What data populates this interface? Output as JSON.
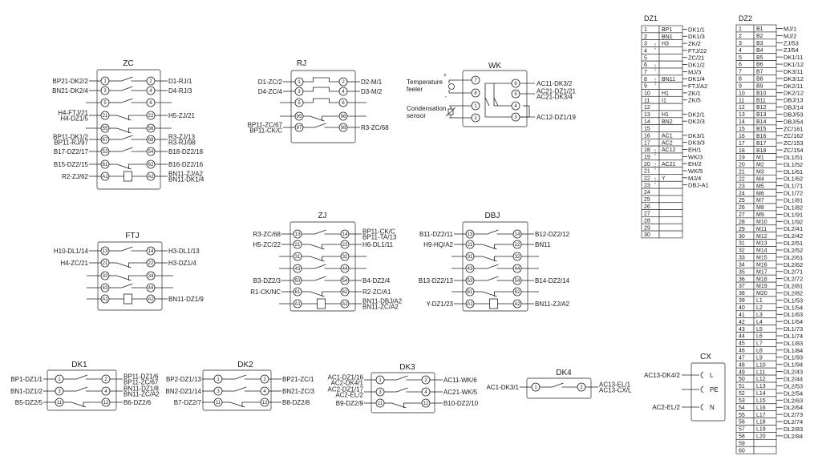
{
  "components": [
    {
      "id": "ZC",
      "rows": [
        {
          "l": "1",
          "r": "2",
          "type": "NO",
          "ll": [
            "BP21-DK2/2"
          ],
          "rl": [
            "D1-RJ/1"
          ]
        },
        {
          "l": "3",
          "r": "4",
          "type": "NO",
          "ll": [
            "BN21-DK2/4"
          ],
          "rl": [
            "D4-RJ/3"
          ]
        },
        {
          "l": "5",
          "r": "6",
          "type": "NO",
          "ll": [],
          "rl": []
        },
        {
          "l": "21",
          "r": "22",
          "type": "NC",
          "ll": [
            "H4-FTJ/21",
            "H4-DZ1/5"
          ],
          "rl": [
            "H5-ZJ/21"
          ]
        },
        {
          "l": "55",
          "r": "56",
          "type": "NC",
          "ll": [],
          "rl": []
        },
        {
          "l": "67",
          "r": "68",
          "type": "NO",
          "ll": [
            "BP11-DK1/2",
            "BP11-RJ/97"
          ],
          "rl": [
            "R3-ZJ/13",
            "R3-RJ/98"
          ]
        },
        {
          "l": "53",
          "r": "54",
          "type": "NO",
          "ll": [
            "B17-DZ2/17"
          ],
          "rl": [
            "B18-DZ2/18"
          ]
        },
        {
          "l": "61",
          "r": "62",
          "type": "NC",
          "ll": [
            "B15-DZ2/15"
          ],
          "rl": [
            "B16-DZ2/16"
          ]
        },
        {
          "l": "A1",
          "r": "A2",
          "type": "coil",
          "ll": [
            "R2-ZJ/62"
          ],
          "rl": [
            "BN11-ZJ/A2",
            "BN11-DK1/4"
          ]
        }
      ]
    },
    {
      "id": "RJ",
      "rows": [
        {
          "l": "1",
          "r": "2",
          "type": "thermal",
          "ll": [
            "D1-ZC/2"
          ],
          "rl": [
            "D2-M/1"
          ]
        },
        {
          "l": "3",
          "r": "4",
          "type": "thermal",
          "ll": [
            "D4-ZC/4"
          ],
          "rl": [
            "D3-M/2"
          ]
        },
        {
          "l": "5",
          "r": "6",
          "type": "thermal",
          "ll": [],
          "rl": []
        },
        {
          "l": "95",
          "r": "96",
          "type": "NC",
          "ll": [],
          "rl": []
        },
        {
          "l": "97",
          "r": "98",
          "type": "NO",
          "ll": [
            "BP11-ZC/67",
            "BP11-CK/C"
          ],
          "rl": [
            "R3-ZC/68"
          ]
        }
      ]
    },
    {
      "id": "FTJ",
      "rows": [
        {
          "l": "13",
          "r": "14",
          "type": "NO",
          "ll": [
            "H10-DL1/14"
          ],
          "rl": [
            "H3-DL1/13"
          ]
        },
        {
          "l": "21",
          "r": "22",
          "type": "NC",
          "ll": [
            "H4-ZC/21"
          ],
          "rl": [
            "H3-DZ1/4"
          ]
        },
        {
          "l": "33",
          "r": "34",
          "type": "NC",
          "ll": [],
          "rl": []
        },
        {
          "l": "43",
          "r": "44",
          "type": "NO",
          "ll": [],
          "rl": []
        },
        {
          "l": "A1",
          "r": "A2",
          "type": "coil",
          "ll": [],
          "rl": [
            "BN11-DZ1/9"
          ]
        }
      ]
    },
    {
      "id": "ZJ",
      "rows": [
        {
          "l": "13",
          "r": "14",
          "type": "NO",
          "ll": [
            "R3-ZC/68"
          ],
          "rl": [
            "BP11-CK/C",
            "BP11-TA/13"
          ]
        },
        {
          "l": "21",
          "r": "22",
          "type": "NC",
          "ll": [
            "H5-ZC/22"
          ],
          "rl": [
            "H6-DL1/11"
          ]
        },
        {
          "l": "31",
          "r": "32",
          "type": "NC",
          "ll": [],
          "rl": []
        },
        {
          "l": "43",
          "r": "44",
          "type": "NO",
          "ll": [],
          "rl": []
        },
        {
          "l": "53",
          "r": "54",
          "type": "NO",
          "ll": [
            "B3-DZ2/3"
          ],
          "rl": [
            "B4-DZ2/4"
          ]
        },
        {
          "l": "61",
          "r": "62",
          "type": "NC",
          "ll": [
            "R1-CK/NC"
          ],
          "rl": [
            "R2-ZC/A1"
          ]
        },
        {
          "l": "A1",
          "r": "A2",
          "type": "coil",
          "ll": [],
          "rl": [
            "BN11-DBJ/A2",
            "BN11-ZC/A2"
          ]
        }
      ]
    },
    {
      "id": "DBJ",
      "rows": [
        {
          "l": "13",
          "r": "14",
          "type": "NO",
          "ll": [
            "B11-DZ2/11"
          ],
          "rl": [
            "B12-DZ2/12"
          ]
        },
        {
          "l": "21",
          "r": "22",
          "type": "NC",
          "ll": [
            "H9-HQ/A2"
          ],
          "rl": [
            "BN11"
          ]
        },
        {
          "l": "31",
          "r": "32",
          "type": "NC",
          "ll": [],
          "rl": []
        },
        {
          "l": "43",
          "r": "44",
          "type": "NO",
          "ll": [],
          "rl": []
        },
        {
          "l": "53",
          "r": "54",
          "type": "NO",
          "ll": [
            "B13-DZ2/13"
          ],
          "rl": [
            "B14-DZ2/14"
          ]
        },
        {
          "l": "61",
          "r": "62",
          "type": "NC",
          "ll": [],
          "rl": []
        },
        {
          "l": "A1",
          "r": "A2",
          "type": "coil",
          "ll": [
            "Y-DZ1/23"
          ],
          "rl": [
            "BN11-ZJ/A2"
          ]
        }
      ]
    },
    {
      "id": "DK1",
      "rows": [
        {
          "l": "1",
          "r": "2",
          "type": "NO",
          "ll": [
            "BP1-DZ1/1"
          ],
          "rl": [
            "BP11-DZ1/6",
            "BP11-ZC/67"
          ]
        },
        {
          "l": "3",
          "r": "4",
          "type": "NO",
          "ll": [
            "BN1-DZ1/2"
          ],
          "rl": [
            "BN11-DZ1/8",
            "BN11-ZC/A2"
          ]
        },
        {
          "l": "11",
          "r": "12",
          "type": "NC",
          "ll": [
            "B5-DZ2/5"
          ],
          "rl": [
            "B6-DZ2/6"
          ]
        }
      ]
    },
    {
      "id": "DK2",
      "rows": [
        {
          "l": "1",
          "r": "2",
          "type": "NO",
          "ll": [
            "BP2-DZ1/13"
          ],
          "rl": [
            "BP21-ZC/1"
          ]
        },
        {
          "l": "3",
          "r": "4",
          "type": "NO",
          "ll": [
            "BN2-DZ1/14"
          ],
          "rl": [
            "BN21-ZC/3"
          ]
        },
        {
          "l": "11",
          "r": "12",
          "type": "NC",
          "ll": [
            "B7-DZ2/7"
          ],
          "rl": [
            "B8-DZ2/8"
          ]
        }
      ]
    },
    {
      "id": "DK3",
      "rows": [
        {
          "l": "1",
          "r": "2",
          "type": "NO",
          "ll": [
            "AC1-DZ1/16",
            "AC2-DK4/1"
          ],
          "rl": [
            "AC11-WK/6"
          ]
        },
        {
          "l": "3",
          "r": "4",
          "type": "NO",
          "ll": [
            "AC2-DZ1/17",
            "AC2-EL/2"
          ],
          "rl": [
            "AC21-WK/5"
          ]
        },
        {
          "l": "11",
          "r": "12",
          "type": "NC",
          "ll": [
            "B9-DZ2/9"
          ],
          "rl": [
            "B10-DZ2/10"
          ]
        }
      ]
    },
    {
      "id": "DK4",
      "rows": [
        {
          "l": "1",
          "r": "2",
          "type": "NO",
          "ll": [
            "AC1-DK3/1"
          ],
          "rl": [
            "AC13-EL/1",
            "AC13-CX/L"
          ]
        }
      ]
    }
  ],
  "wk": {
    "id": "WK",
    "temperature_feeler": [
      "Temperature",
      "feeler"
    ],
    "condensation_sensor": [
      "Condensation",
      "sensor"
    ],
    "plus": "+",
    "minus": "-",
    "left_terminals": [
      "7",
      "8",
      "1",
      "2"
    ],
    "right_terminals": [
      {
        "n": "6",
        "labels": [
          "AC11-DK3/2"
        ]
      },
      {
        "n": "5",
        "labels": [
          "AC21-DZ1/21",
          "AC21-DK3/4"
        ]
      },
      {
        "n": "4",
        "labels": []
      },
      {
        "n": "3",
        "labels": [
          "AC12-DZ1/19"
        ]
      }
    ]
  },
  "cx": {
    "id": "CX",
    "rows": [
      {
        "pin": "L",
        "label": "AC13-DK4/2"
      },
      {
        "pin": "PE",
        "label": ""
      },
      {
        "pin": "N",
        "label": "AC2-EL/2"
      }
    ]
  },
  "dz1": {
    "title": "DZ1",
    "jumpers": [
      [
        3,
        4
      ],
      [
        6,
        7
      ],
      [
        8,
        9
      ],
      [
        18,
        19
      ],
      [
        20,
        21
      ],
      [
        22,
        23
      ]
    ],
    "rows": [
      [
        "1",
        "BP1",
        "DK1/1"
      ],
      [
        "2",
        "BN1",
        "DK1/3"
      ],
      [
        "3",
        "H3",
        "ZK/2"
      ],
      [
        "4",
        "",
        "FTJ/22"
      ],
      [
        "5",
        "",
        "ZC/21"
      ],
      [
        "6",
        "",
        "DK1/2"
      ],
      [
        "7",
        "",
        "MJ/3"
      ],
      [
        "8",
        "BN11",
        "DK1/4"
      ],
      [
        "9",
        "",
        "FTJ/A2"
      ],
      [
        "10",
        "H1",
        "ZK/1"
      ],
      [
        "11",
        "I1",
        "ZK/5"
      ],
      [
        "12",
        "",
        ""
      ],
      [
        "13",
        "H1",
        "DK2/1"
      ],
      [
        "14",
        "BN2",
        "DK2/3"
      ],
      [
        "15",
        "",
        ""
      ],
      [
        "16",
        "AC1",
        "DK3/1"
      ],
      [
        "17",
        "AC2",
        "DK3/3"
      ],
      [
        "18",
        "AC12",
        "EH/1"
      ],
      [
        "19",
        "",
        "WK/3"
      ],
      [
        "20",
        "AC21",
        "EH/2"
      ],
      [
        "21",
        "",
        "WK/5"
      ],
      [
        "22",
        "Y",
        "MJ/4"
      ],
      [
        "23",
        "",
        "DBJ-A1"
      ],
      [
        "24",
        "",
        ""
      ],
      [
        "25",
        "",
        ""
      ],
      [
        "26",
        "",
        ""
      ],
      [
        "27",
        "",
        ""
      ],
      [
        "28",
        "",
        ""
      ],
      [
        "29",
        "",
        ""
      ],
      [
        "30",
        "",
        ""
      ]
    ]
  },
  "dz2": {
    "title": "DZ2",
    "rows": [
      [
        "1",
        "B1",
        "MJ/1"
      ],
      [
        "2",
        "B2",
        "MJ/2"
      ],
      [
        "3",
        "B3",
        "ZJ/53"
      ],
      [
        "4",
        "B4",
        "ZJ/54"
      ],
      [
        "5",
        "B5",
        "DK1/11"
      ],
      [
        "6",
        "B6",
        "DK1/12"
      ],
      [
        "7",
        "B7",
        "DK3/11"
      ],
      [
        "8",
        "B8",
        "DK3/12"
      ],
      [
        "9",
        "B9",
        "DK2/11"
      ],
      [
        "10",
        "B10",
        "DK2/12"
      ],
      [
        "11",
        "B11",
        "DBJ/13"
      ],
      [
        "12",
        "B12",
        "DBJ/14"
      ],
      [
        "13",
        "B13",
        "DBJ/53"
      ],
      [
        "14",
        "B14",
        "DBJ/54"
      ],
      [
        "15",
        "B15",
        "ZC/161"
      ],
      [
        "16",
        "B16",
        "ZC/162"
      ],
      [
        "17",
        "B17",
        "ZC/153"
      ],
      [
        "18",
        "B18",
        "ZC/154"
      ],
      [
        "19",
        "M1",
        "DL1/51"
      ],
      [
        "20",
        "M2",
        "DL1/52"
      ],
      [
        "21",
        "M3",
        "DL1/61"
      ],
      [
        "22",
        "M4",
        "DL1/62"
      ],
      [
        "23",
        "M5",
        "DL1/71"
      ],
      [
        "24",
        "M6",
        "DL1/72"
      ],
      [
        "25",
        "M7",
        "DL1/81"
      ],
      [
        "26",
        "M8",
        "DL1/82"
      ],
      [
        "27",
        "M9",
        "DL1/91"
      ],
      [
        "28",
        "M10",
        "DL1/92"
      ],
      [
        "29",
        "M11",
        "DL2/41"
      ],
      [
        "30",
        "M12",
        "DL2/42"
      ],
      [
        "31",
        "M13",
        "DL2/51"
      ],
      [
        "32",
        "M14",
        "DL2/52"
      ],
      [
        "33",
        "M15",
        "DL2/61"
      ],
      [
        "34",
        "M16",
        "DL2/62"
      ],
      [
        "35",
        "M17",
        "DL2/71"
      ],
      [
        "36",
        "M18",
        "DL2/72"
      ],
      [
        "37",
        "M19",
        "DL2/81"
      ],
      [
        "38",
        "M20",
        "DL2/82"
      ],
      [
        "39",
        "L1",
        "DL1/53"
      ],
      [
        "40",
        "L2",
        "DL1/54"
      ],
      [
        "41",
        "L3",
        "DL1/63"
      ],
      [
        "42",
        "L4",
        "DL1/64"
      ],
      [
        "43",
        "L5",
        "DL1/73"
      ],
      [
        "44",
        "L6",
        "DL1/74"
      ],
      [
        "45",
        "L7",
        "DL1/83"
      ],
      [
        "46",
        "L8",
        "DL1/84"
      ],
      [
        "47",
        "L9",
        "DL1/93"
      ],
      [
        "48",
        "L10",
        "DL1/94"
      ],
      [
        "49",
        "L11",
        "DL2/43"
      ],
      [
        "50",
        "L12",
        "DL2/44"
      ],
      [
        "51",
        "L13",
        "DL2/53"
      ],
      [
        "52",
        "L14",
        "DL2/54"
      ],
      [
        "53",
        "L15",
        "DL2/63"
      ],
      [
        "54",
        "L16",
        "DL2/64"
      ],
      [
        "55",
        "L17",
        "DL2/73"
      ],
      [
        "56",
        "L18",
        "DL2/74"
      ],
      [
        "57",
        "L19",
        "DL2/83"
      ],
      [
        "58",
        "L20",
        "DL2/84"
      ],
      [
        "59",
        "",
        ""
      ],
      [
        "60",
        "",
        ""
      ]
    ]
  }
}
